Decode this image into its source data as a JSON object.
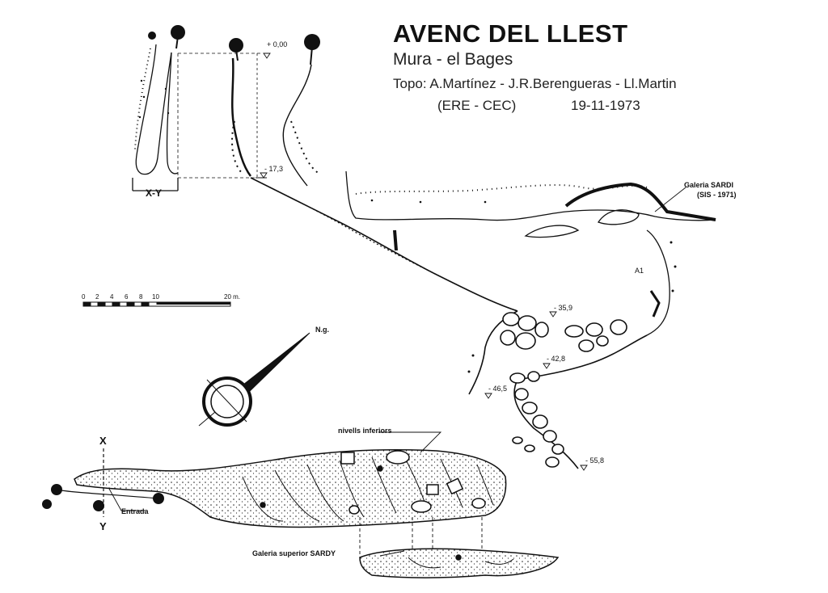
{
  "title": "AVENC DEL LLEST",
  "location": "Mura - el Bages",
  "credits": "Topo: A.Martínez - J.R.Berengueras - Ll.Martin",
  "organization": "(ERE - CEC)",
  "date": "19-11-1973",
  "labels": {
    "section_xy": "X-Y",
    "galeria_sardi": "Galeria SARDI",
    "galeria_sardi_year": "(SIS - 1971)",
    "a1": "A1",
    "north": "N.g.",
    "nivells_inferiors": "nivells inferiors",
    "entrada": "Entrada",
    "galeria_superior": "Galeria superior SARDY",
    "x_mark": "X",
    "y_mark": "Y"
  },
  "depths": [
    "+ 0,00",
    "- 17,3",
    "- 35,9",
    "- 42,8",
    "- 46,5",
    "- 55,8"
  ],
  "scale_bar": {
    "ticks": [
      "0",
      "2",
      "4",
      "6",
      "8",
      "10",
      "20 m."
    ]
  },
  "colors": {
    "ink": "#111111",
    "paper": "#ffffff"
  }
}
